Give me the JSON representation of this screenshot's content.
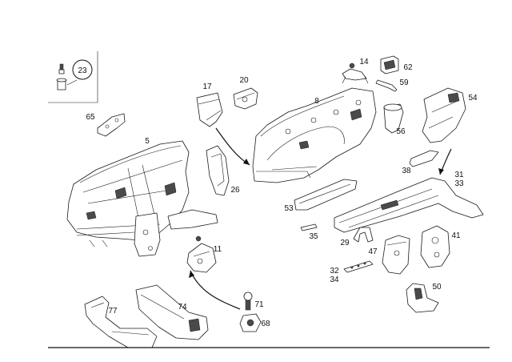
{
  "diagram": {
    "callouts": [
      "23",
      "14",
      "62",
      "59",
      "17",
      "20",
      "8",
      "54",
      "65",
      "56",
      "5",
      "26",
      "31",
      "33",
      "38",
      "53",
      "35",
      "29",
      "47",
      "41",
      "11",
      "32",
      "34",
      "50",
      "71",
      "77",
      "74",
      "68"
    ]
  }
}
